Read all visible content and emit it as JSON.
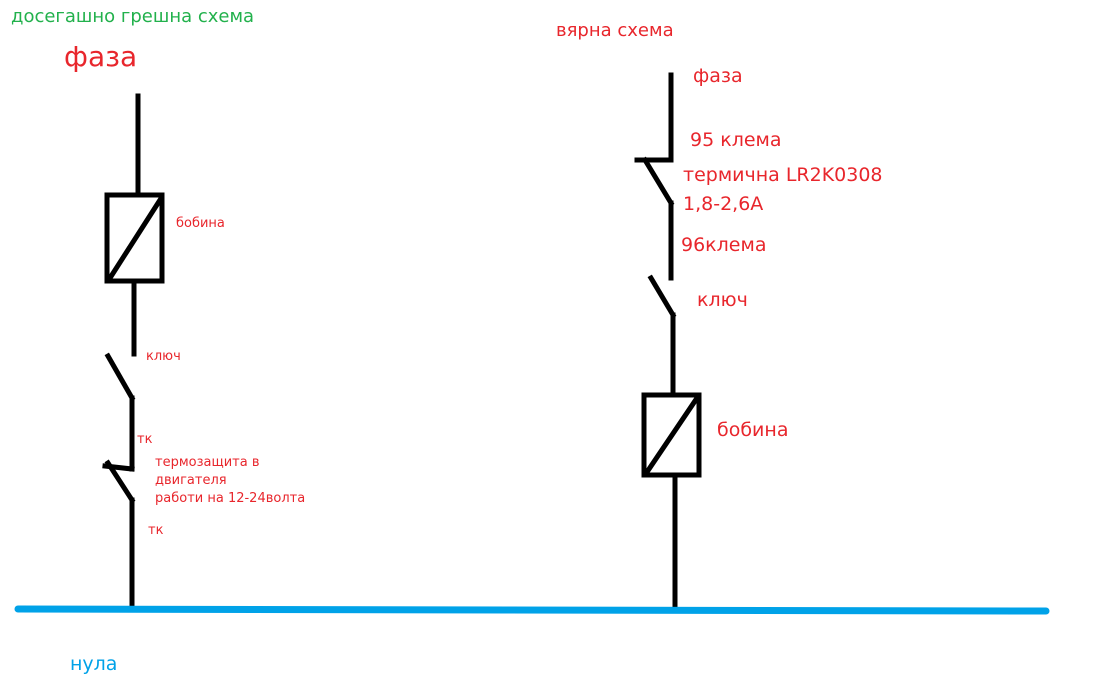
{
  "colors": {
    "label_green": "#22b14c",
    "label_red": "#e8262c",
    "neutral_blue": "#00a2e8",
    "wire": "#000000"
  },
  "left": {
    "title": "досегашно грешна схема",
    "phase": "фаза",
    "coil": "бобина",
    "key": "ключ",
    "tk_top": "тк",
    "thermal_lines": [
      "термозащита в",
      "двигателя",
      "работи на 12-24волта"
    ],
    "tk_bottom": "тк"
  },
  "right": {
    "title": "вярна схема",
    "phase": "фаза",
    "clamp95": "95 клема",
    "thermal_relay": "термична LR2K0308",
    "range": "1,8-2,6А",
    "clamp96": "96клема",
    "key": "ключ",
    "coil": "бобина"
  },
  "neutral": "нула"
}
